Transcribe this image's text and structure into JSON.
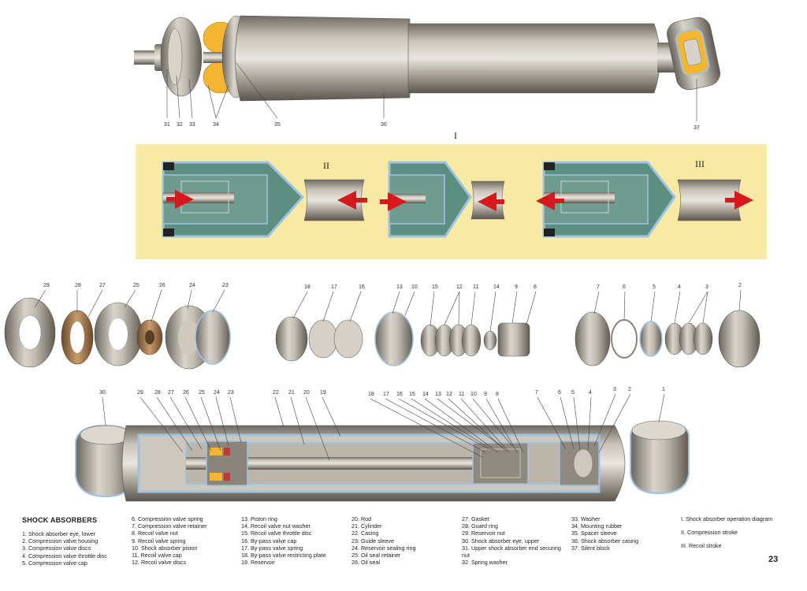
{
  "top_callouts": [
    "31",
    "32",
    "33",
    "34",
    "35",
    "36",
    "37"
  ],
  "section_labels": {
    "I": "I",
    "II": "II",
    "III": "III"
  },
  "parts_row_callouts": [
    "29",
    "28",
    "27",
    "25",
    "26",
    "24",
    "23",
    "18",
    "17",
    "16",
    "13",
    "10",
    "15",
    "12",
    "11",
    "14",
    "9",
    "8",
    "7",
    "6",
    "5",
    "4",
    "3",
    "2"
  ],
  "assembly_callouts": [
    "30",
    "29",
    "28",
    "27",
    "26",
    "25",
    "24",
    "23",
    "22",
    "21",
    "20",
    "19",
    "18",
    "17",
    "16",
    "15",
    "14",
    "13",
    "12",
    "11",
    "10",
    "9",
    "8",
    "7",
    "6",
    "5",
    "4",
    "3",
    "2",
    "1"
  ],
  "legend": {
    "title": "SHOCK ABSORBERS",
    "columns": [
      [
        "1. Shock absorber eye, lower",
        "2. Compression valve housing",
        "3. Compression valve discs",
        "4. Compression valve throttle disc",
        "5. Compression valve cap"
      ],
      [
        "6. Compression valve spring",
        "7. Compression valve retainer",
        "8. Recoil valve nut",
        "9. Recoil valve spring",
        "10. Shock absorber piston",
        "11. Recoil valve cap",
        "12. Recoil valve discs"
      ],
      [
        "13. Piston ring",
        "14. Recoil valve nut washer",
        "15. Recoil valve throttle disc",
        "16. By-pass valve cap",
        "17. By-pass valve spring",
        "18. By-pass valve restricting plate",
        "19. Reservoir"
      ],
      [
        "20. Rod",
        "21. Cylinder",
        "22. Casing",
        "23. Guide sleeve",
        "24. Reservoir sealing ring",
        "25. Oil seal retainer",
        "26. Oil seal"
      ],
      [
        "27. Gasket",
        "28. Guard ring",
        "29. Reservoir nut",
        "30. Shock absorber eye, upper",
        "31. Upper shock absorber end securing nut",
        "32. Spring washer"
      ],
      [
        "33. Washer",
        "34. Mounting rubber",
        "35. Spacer sleeve",
        "36. Shock absorber casing",
        "37. Silent block"
      ],
      [
        "I. Shock absorber operation diagram",
        "II. Compression stroke",
        "III. Recoil stroke"
      ]
    ]
  },
  "page_number": "23",
  "colors": {
    "panel": "#f8eaa3",
    "fluid": "#5d8f80",
    "metal": "#a7a196",
    "rubber": "#f4b630",
    "arrow": "#d5191c",
    "blue_line": "#9fc2e3"
  }
}
